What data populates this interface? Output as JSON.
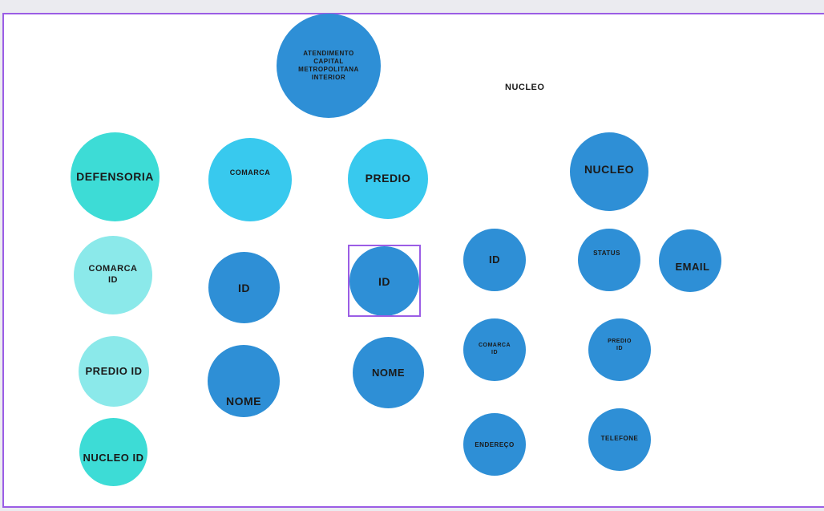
{
  "title_bubble": "ATENDIMENTO\nCAPITAL\nMETROPOLITANA\nINTERIOR",
  "nucleo_label": "NUCLEO",
  "defensoria": {
    "header": "DEFENSORIA",
    "fields": [
      "COMARCA\nID",
      "PREDIO ID",
      "NUCLEO ID"
    ]
  },
  "comarca": {
    "header": "COMARCA",
    "fields": [
      "ID",
      "NOME"
    ]
  },
  "predio": {
    "header": "PREDIO",
    "fields": [
      "ID",
      "NOME"
    ]
  },
  "nucleo": {
    "header": "NUCLEO",
    "fields": [
      "ID",
      "STATUS",
      "EMAIL",
      "COMARCA\nID",
      "PREDIO\nID",
      "ENDEREÇO",
      "TELEFONE"
    ]
  },
  "colors": {
    "dark_blue": "#2e8fd6",
    "sky_blue": "#38c9ee",
    "teal": "#3ddcd6",
    "aqua": "#8be9ea",
    "selection": "#9b5de5"
  }
}
